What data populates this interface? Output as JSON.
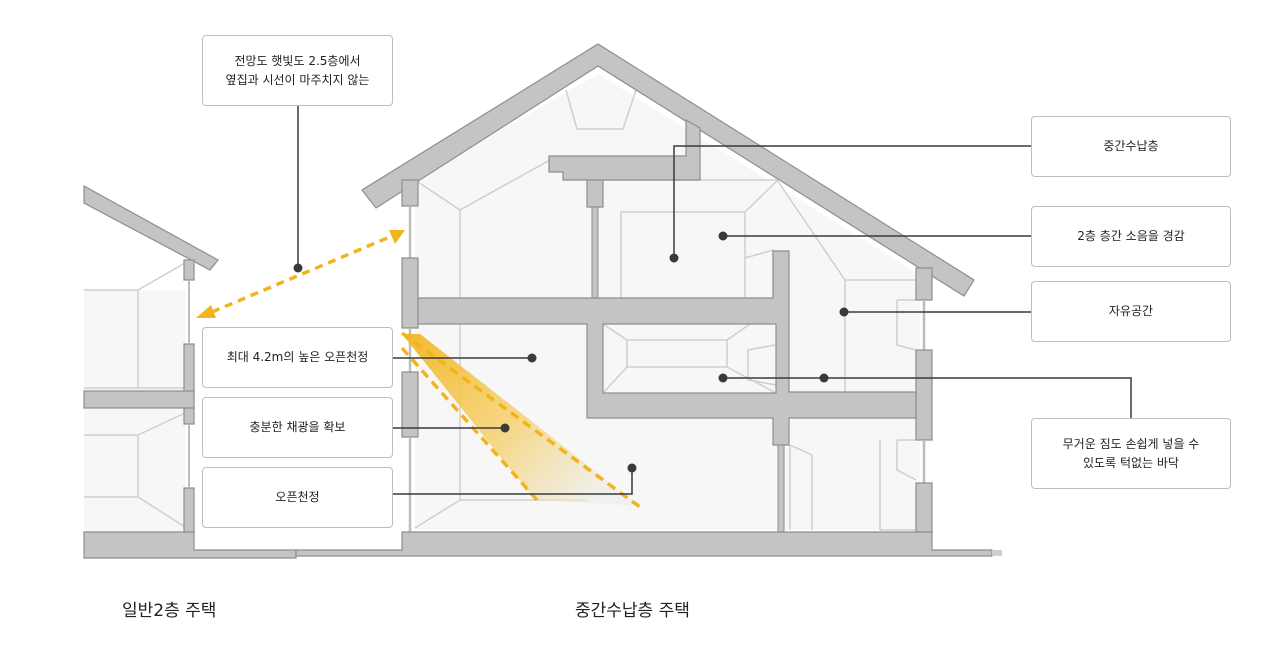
{
  "callouts": {
    "view_sunlight": "전망도 햇빛도 2.5층에서\n옆집과 시선이 마주치지 않는",
    "max_height_open_ceiling": "최대 4.2m의 높은 오픈천정",
    "sufficient_light": "충분한 채광을 확보",
    "open_ceiling": "오픈천정",
    "mezzanine": "중간수납층",
    "noise_reduction": "2층 층간 소음을 경감",
    "free_space": "자유공간",
    "flat_floor": "무거운 짐도 손쉽게 넣을 수\n있도록 턱없는 바닥"
  },
  "captions": {
    "normal_house": "일반2층 주택",
    "mezzanine_house": "중간수납층 주택"
  },
  "colors": {
    "wall": "#c4c4c4",
    "wall_stroke": "#8e8e8e",
    "interior": "#f7f7f7",
    "guide_line": "#cfcfcf",
    "leader": "#3a3a3a",
    "accent_yellow": "#f2b41c"
  }
}
